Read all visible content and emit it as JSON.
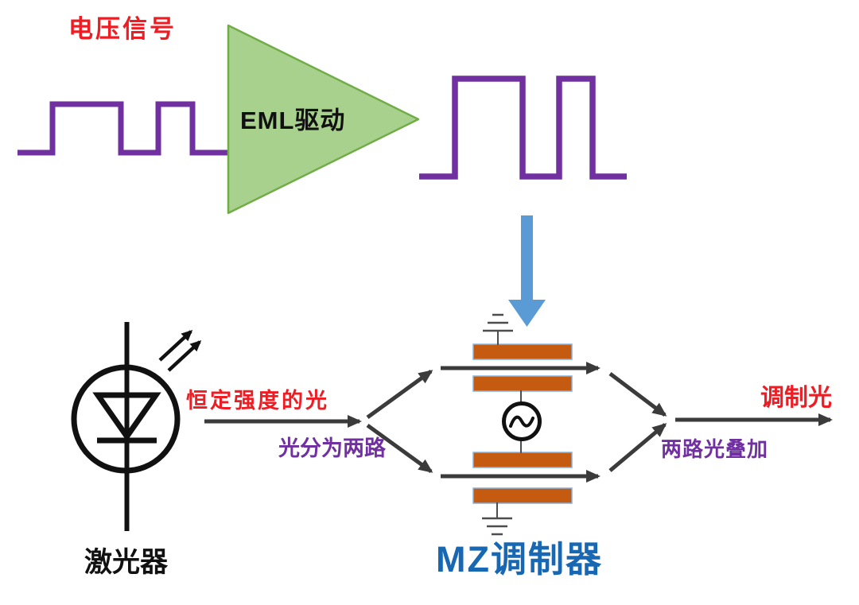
{
  "diagram_title": "EML drive and MZ modulator optical modulation diagram",
  "labels": {
    "voltage_signal": "电压信号",
    "eml_driver": "EML驱动",
    "laser": "激光器",
    "constant_light": "恒定强度的光",
    "split_light": "光分为两路",
    "combined_light": "两路光叠加",
    "modulated_light": "调制光",
    "mz_modulator": "MZ调制器"
  },
  "colors": {
    "red_label": "#EE1C23",
    "purple_signal": "#7030A0",
    "purple_label": "#7030A0",
    "amplifier_fill": "#A9D18E",
    "amplifier_border": "#70AD47",
    "down_arrow_blue": "#5B9BD5",
    "electrode_orange": "#C55A11",
    "electrode_border": "#85B3DE",
    "optical_path_gray": "#3B3B3B",
    "mz_label_blue": "#1767B2",
    "schematic_black": "#111111"
  }
}
